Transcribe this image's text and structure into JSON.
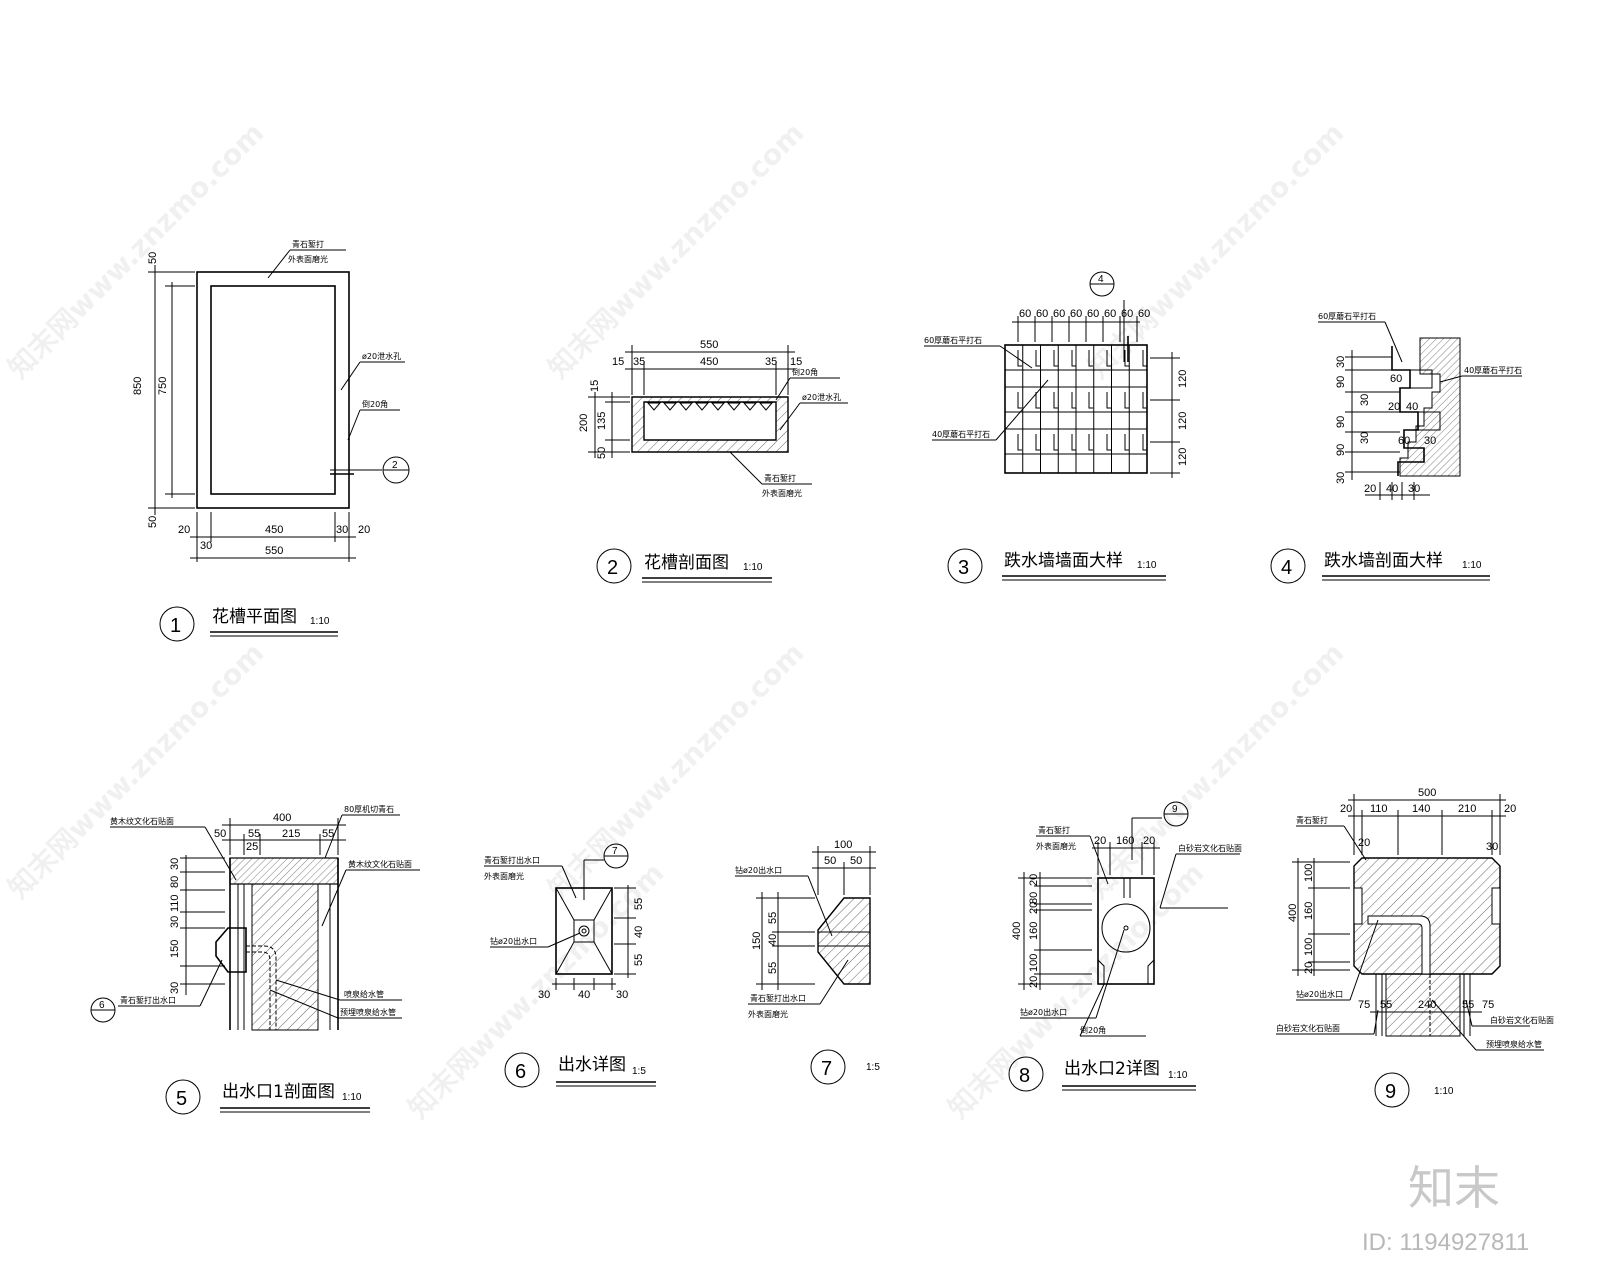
{
  "watermark": "知末网www.znzmo.com",
  "brand": {
    "logo": "知末",
    "id_text": "ID: 1194927811"
  },
  "views": {
    "v1": {
      "num": "1",
      "title": "花槽平面图",
      "scale": "1:10",
      "dims": {
        "total_w": "550",
        "inner_w": "450",
        "side_l": "20",
        "side_r": "20",
        "wall_l": "30",
        "wall_r": "30",
        "total_h": "850",
        "inner_h": "750",
        "top": "50",
        "bottom": "50"
      },
      "notes": {
        "finish_a": "青石錾打",
        "finish_b": "外表面磨光",
        "hole": "ø20泄水孔",
        "chamfer": "倒20角"
      },
      "ref": "2"
    },
    "v2": {
      "num": "2",
      "title": "花槽剖面图",
      "scale": "1:10",
      "dims": {
        "total": "550",
        "inner": "450",
        "a": "15",
        "b": "35",
        "c": "35",
        "d": "15",
        "h_total": "200",
        "h_top": "15",
        "h_mid": "135",
        "h_bot": "50"
      },
      "notes": {
        "chamfer": "倒20角",
        "hole": "ø20泄水孔",
        "finish_a": "青石錾打",
        "finish_b": "外表面磨光"
      }
    },
    "v3": {
      "num": "3",
      "title": "跌水墙墙面大样",
      "scale": "1:10",
      "dims": {
        "col": [
          "60",
          "60",
          "60",
          "60",
          "60",
          "60",
          "60",
          "60"
        ],
        "row": [
          "120",
          "120",
          "120"
        ]
      },
      "notes": {
        "top": "60厚蘑石平打石",
        "bottom": "40厚蘑石平打石"
      },
      "ref": "4"
    },
    "v4": {
      "num": "4",
      "title": "跌水墙剖面大样",
      "scale": "1:10",
      "dims": {
        "left": [
          "30",
          "90",
          "30",
          "90",
          "30",
          "90",
          "30"
        ],
        "inner": [
          "60",
          "20",
          "40",
          "60",
          "30"
        ],
        "bottom": [
          "20",
          "40",
          "30"
        ]
      },
      "notes": {
        "top": "60厚蘑石平打石",
        "mid": "40厚蘑石平打石"
      }
    },
    "v5": {
      "num": "5",
      "title": "出水口1剖面图",
      "scale": "1:10",
      "dims": {
        "total": "400",
        "top": [
          "50",
          "55",
          "215",
          "55"
        ],
        "sub": "25",
        "left": [
          "30",
          "80",
          "110",
          "30",
          "150",
          "30"
        ]
      },
      "notes": {
        "a": "黄木纹文化石贴面",
        "b": "80厚机切青石",
        "c": "黄木纹文化石贴面",
        "d": "青石錾打出水口",
        "e": "喷泉给水管",
        "f": "预埋喷泉给水管"
      },
      "ref": "6"
    },
    "v6": {
      "num": "6",
      "title": "出水详图",
      "scale": "1:5",
      "dims": {
        "right": [
          "55",
          "40",
          "55"
        ],
        "bottom": [
          "30",
          "40",
          "30"
        ]
      },
      "notes": {
        "a": "青石錾打出水口",
        "b": "外表面磨光",
        "c": "钻ø20出水口"
      },
      "ref": "7"
    },
    "v7": {
      "num": "7",
      "title": "",
      "scale": "1:5",
      "dims": {
        "top": "100",
        "top_split": [
          "50",
          "50"
        ],
        "h": "150",
        "left": [
          "55",
          "40",
          "55"
        ]
      },
      "notes": {
        "a": "钻ø20出水口",
        "b": "青石錾打出水口",
        "c": "外表面磨光"
      }
    },
    "v8": {
      "num": "8",
      "title": "出水口2详图",
      "scale": "1:10",
      "dims": {
        "top": [
          "20",
          "160",
          "20"
        ],
        "h": "400",
        "left": [
          "20",
          "80",
          "20",
          "160",
          "100",
          "20"
        ]
      },
      "notes": {
        "a": "青石錾打",
        "b": "外表面磨光",
        "c": "白砂岩文化石贴面",
        "d": "钻ø20出水口",
        "e": "倒20角"
      },
      "ref": "9"
    },
    "v9": {
      "num": "9",
      "title": "",
      "scale": "1:10",
      "dims": {
        "total": "500",
        "top": [
          "20",
          "110",
          "140",
          "210",
          "20"
        ],
        "sub_l": "20",
        "sub_r": "30",
        "h": "400",
        "left": [
          "100",
          "160",
          "100",
          "20"
        ],
        "bottom": [
          "75",
          "55",
          "240",
          "55",
          "75"
        ]
      },
      "notes": {
        "a": "青石錾打",
        "b": "钻ø20出水口",
        "c": "白砂岩文化石贴面",
        "d": "白砂岩文化石贴面",
        "e": "预埋喷泉给水管"
      }
    }
  }
}
